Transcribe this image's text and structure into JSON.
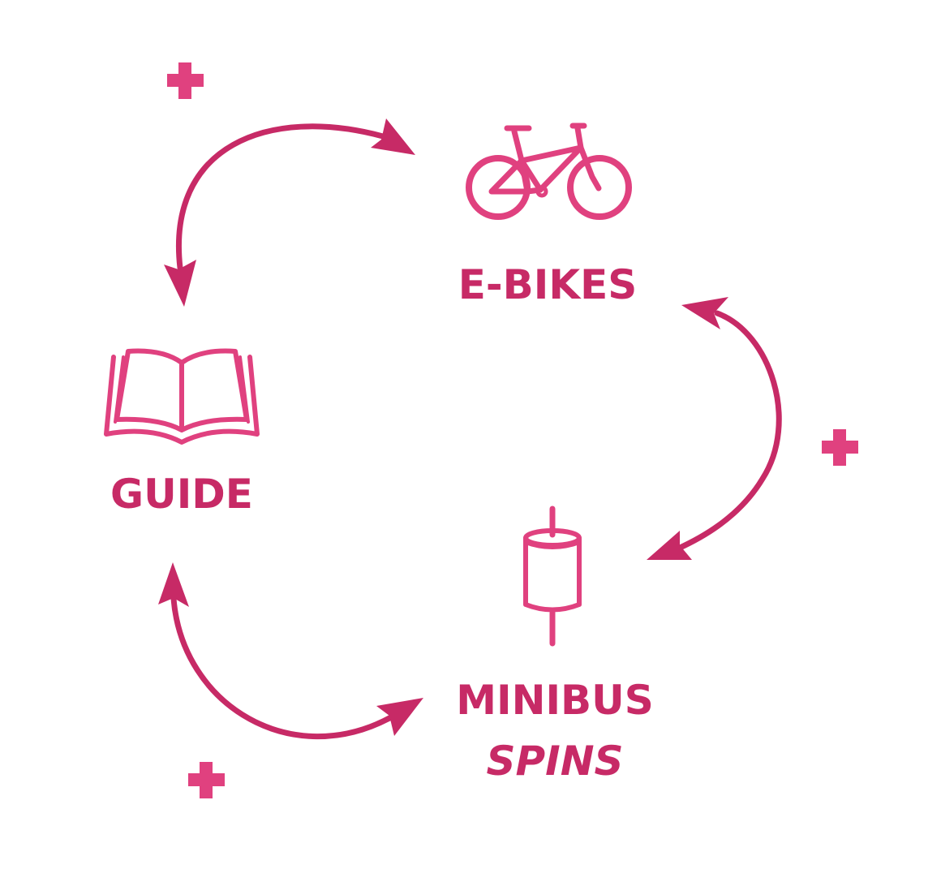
{
  "diagram": {
    "type": "cycle",
    "nodes": {
      "ebikes": {
        "label": "E-BIKES",
        "icon": "bicycle-icon"
      },
      "guide": {
        "label": "GUIDE",
        "icon": "open-book-icon"
      },
      "minibus": {
        "label": "MINIBUS",
        "sublabel": "SPINS",
        "icon": "spindle-icon"
      }
    },
    "connections": [
      {
        "from": "guide",
        "to": "ebikes",
        "direction": "both"
      },
      {
        "from": "ebikes",
        "to": "minibus",
        "direction": "both"
      },
      {
        "from": "minibus",
        "to": "guide",
        "direction": "both"
      }
    ],
    "decorations": {
      "plus_signs": 3,
      "plus_symbol": "+"
    },
    "colors": {
      "label": "#c72a66",
      "icon": "#e0417f",
      "arrow": "#c72a66",
      "plus": "#e0417f",
      "background": "#ffffff"
    }
  }
}
